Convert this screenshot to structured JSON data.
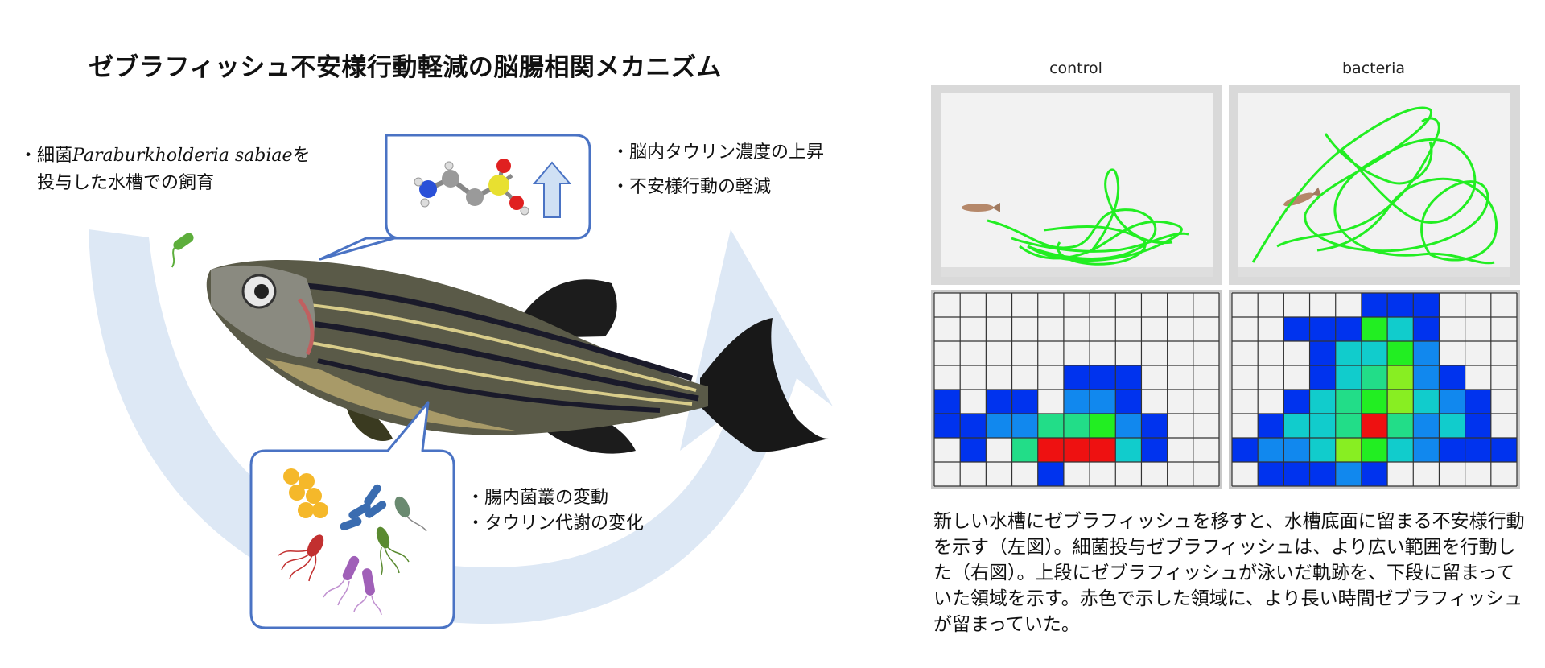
{
  "title": "ゼブラフィッシュ不安様行動軽減の脳腸相関メカニズム",
  "bacteria_treatment": {
    "prefix": "・細菌",
    "species": "Paraburkholderia sabiae",
    "suffix": "を",
    "line2": "投与した水槽での飼育"
  },
  "brain_effects": [
    "・脳内タウリン濃度の上昇",
    "・不安様行動の軽減"
  ],
  "gut_effects": [
    "・腸内菌叢の変動",
    "・タウリン代謝の変化"
  ],
  "columns": {
    "left": "control",
    "right": "bacteria"
  },
  "caption": "新しい水槽にゼブラフィッシュを移すと、水槽底面に留まる不安様行動を示す（左図）。細菌投与ゼブラフィッシュは、より広い範囲を行動した（右図）。上段にゼブラフィッシュが泳いだ軌跡を、下段に留まっていた領域を示す。赤色で示した領域に、より長い時間ゼブラフィッシュが留まっていた。",
  "colors": {
    "arc": "#dde8f5",
    "bubble_border": "#4a73c4",
    "trace": "#22ee22",
    "heat_blue": "#0044ee",
    "heat_red": "#ee1111"
  },
  "heatmap": {
    "cols": 11,
    "rows": 8,
    "control": [
      [
        0,
        0,
        0,
        0,
        0,
        0,
        0,
        0,
        0,
        0,
        0
      ],
      [
        0,
        0,
        0,
        0,
        0,
        0,
        0,
        0,
        0,
        0,
        0
      ],
      [
        0,
        0,
        0,
        0,
        0,
        0,
        0,
        0,
        0,
        0,
        0
      ],
      [
        0,
        0,
        0,
        0,
        0,
        1,
        1,
        1,
        0,
        0,
        0
      ],
      [
        1,
        0,
        1,
        1,
        0,
        2,
        2,
        1,
        0,
        0,
        0
      ],
      [
        1,
        1,
        2,
        2,
        4,
        4,
        5,
        2,
        1,
        0,
        0
      ],
      [
        0,
        1,
        0,
        4,
        8,
        8,
        8,
        3,
        1,
        0,
        0
      ],
      [
        0,
        0,
        0,
        0,
        1,
        0,
        0,
        0,
        0,
        0,
        0
      ]
    ],
    "bacteria": [
      [
        0,
        0,
        0,
        0,
        0,
        1,
        1,
        1,
        0,
        0,
        0
      ],
      [
        0,
        0,
        1,
        1,
        1,
        5,
        3,
        1,
        0,
        0,
        0
      ],
      [
        0,
        0,
        0,
        1,
        3,
        3,
        5,
        2,
        0,
        0,
        0
      ],
      [
        0,
        0,
        0,
        1,
        3,
        4,
        6,
        2,
        1,
        0,
        0
      ],
      [
        0,
        0,
        1,
        3,
        4,
        5,
        6,
        3,
        2,
        1,
        0
      ],
      [
        0,
        1,
        3,
        3,
        4,
        8,
        4,
        2,
        3,
        1,
        0
      ],
      [
        1,
        2,
        2,
        3,
        6,
        5,
        3,
        2,
        1,
        1,
        1
      ],
      [
        0,
        1,
        1,
        1,
        2,
        1,
        0,
        0,
        0,
        0,
        0
      ]
    ]
  }
}
